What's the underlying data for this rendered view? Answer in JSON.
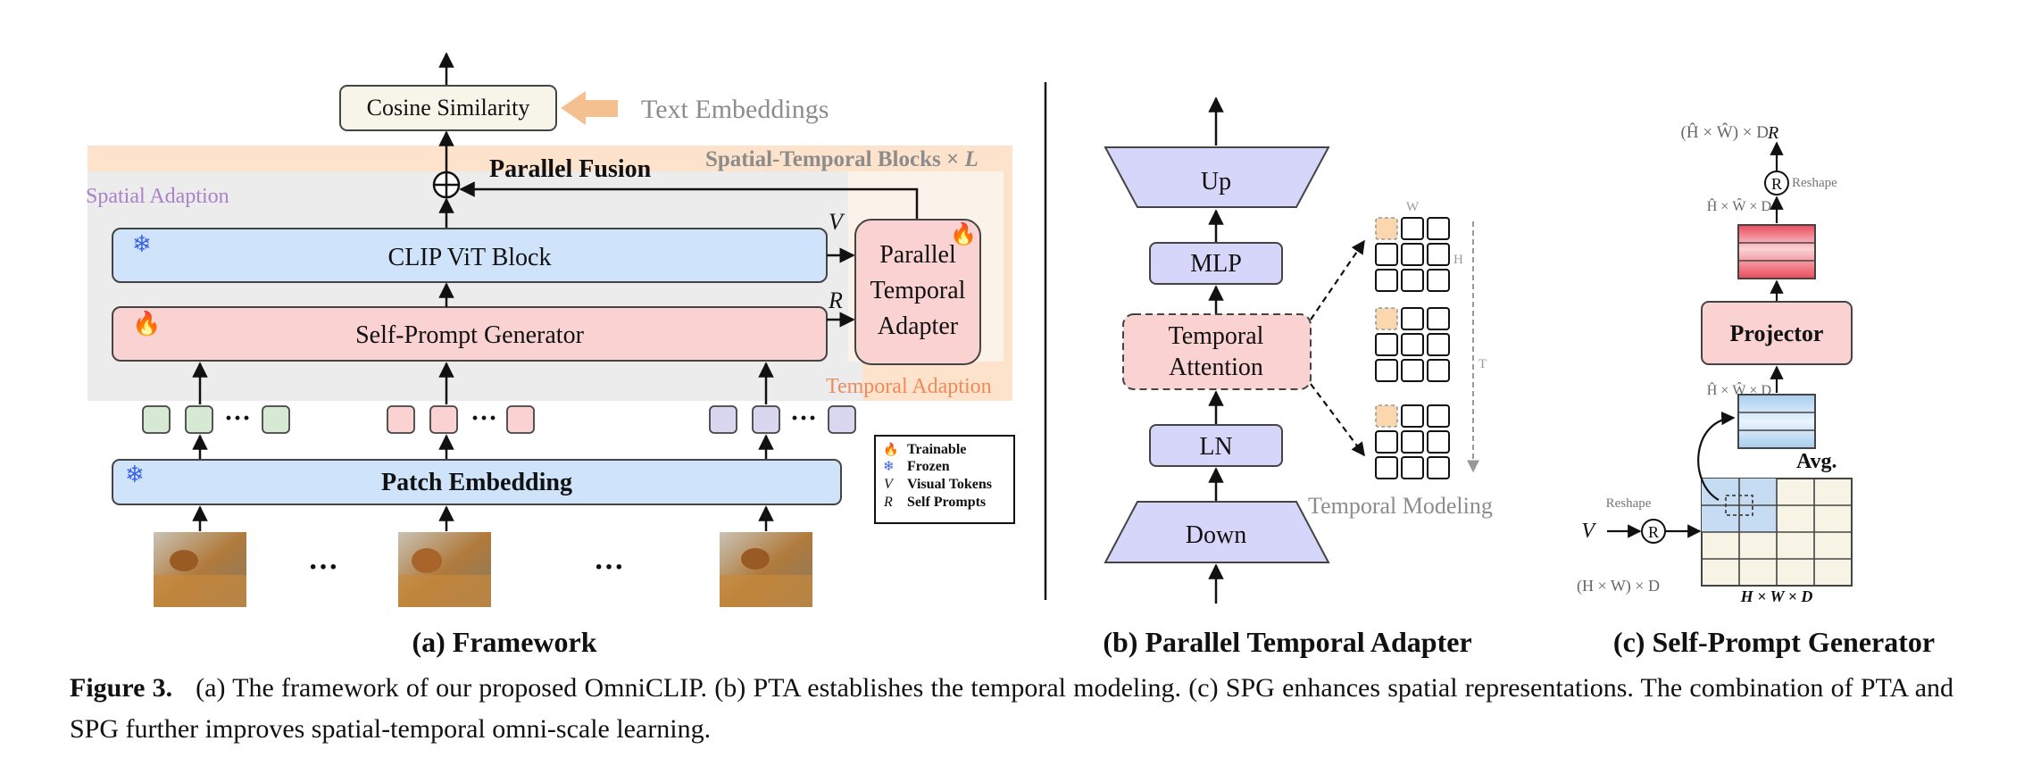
{
  "framework": {
    "cosine": "Cosine Similarity",
    "text_emb": "Text Embeddings",
    "parallel_fusion": "Parallel Fusion",
    "stb": "Spatial-Temporal Blocks × ",
    "stb_L": "L",
    "spatial_adaption": "Spatial Adaption",
    "temporal_adaption": "Temporal Adaption",
    "clip_vit": "CLIP ViT Block",
    "spg": "Self-Prompt Generator",
    "pta_l1": "Parallel",
    "pta_l2": "Temporal",
    "pta_l3": "Adapter",
    "V": "V",
    "R": "R",
    "patch_embedding": "Patch Embedding",
    "ellipsis": "···",
    "legend": {
      "trainable": "Trainable",
      "frozen": "Frozen",
      "v_key": "V",
      "visual_tokens": "Visual Tokens",
      "r_key": "R",
      "self_prompts": "Self Prompts"
    },
    "title": "(a) Framework",
    "colors": {
      "clip_blue": "#cfe3fb",
      "spg_red": "#fad2d2",
      "temporal_orange": "#fde3cc",
      "spatial_gray": "#ececec",
      "token_green": "#d6ead3",
      "token_red": "#fbd2d2",
      "token_purple": "#d9d6ef",
      "pta_lavender": "#d6d5fa"
    }
  },
  "pta": {
    "up": "Up",
    "mlp": "MLP",
    "temporal_attention_l1": "Temporal",
    "temporal_attention_l2": "Attention",
    "ln": "LN",
    "down": "Down",
    "w": "W",
    "h": "H",
    "t": "T",
    "temporal_modeling": "Temporal Modeling",
    "title": "(b) Parallel Temporal Adapter"
  },
  "spg": {
    "R": "R",
    "R_circle": "R",
    "dim_top": "(Ĥ × Ŵ) × D",
    "reshape_top": "Reshape",
    "dim_mid": "Ĥ × Ŵ × D",
    "projector": "Projector",
    "dim_small": "Ĥ × Ŵ × D",
    "avg": "Avg.",
    "reshape_bottom": "Reshape",
    "V": "V",
    "dim_hw": "(H × W) × D",
    "dim_hwd": "H × W × D",
    "title": "(c) Self-Prompt Generator"
  },
  "caption": {
    "label": "Figure 3.",
    "text": "(a) The framework of our proposed OmniCLIP. (b) PTA establishes the temporal modeling. (c) SPG enhances spatial representations. The combination of PTA and SPG further improves spatial-temporal omni-scale learning."
  }
}
